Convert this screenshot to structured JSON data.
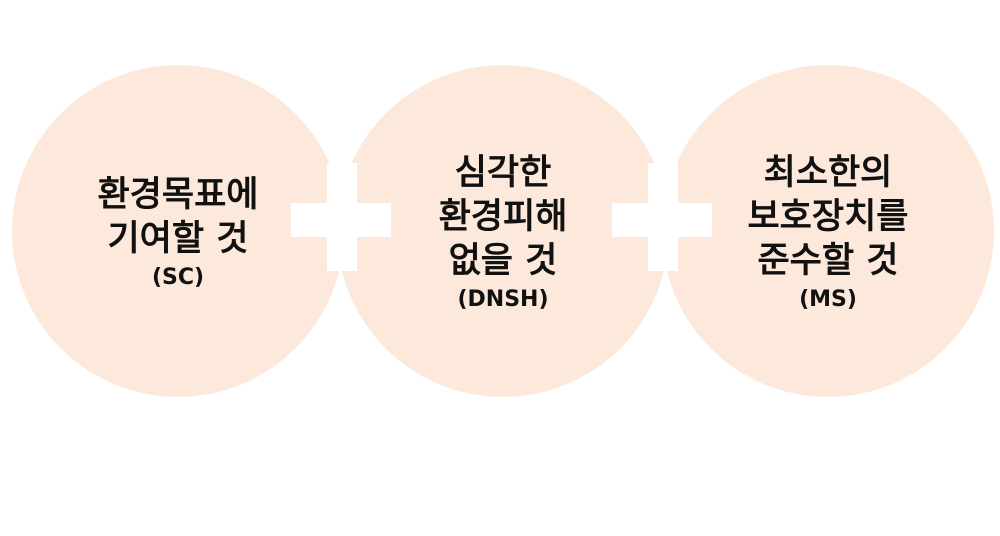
{
  "colors": {
    "circle": "#fde9dc",
    "plus": "#ffffff",
    "text": "#111111"
  },
  "circles": [
    {
      "lines": [
        "환경목표에",
        "기여할 것"
      ],
      "abbr": "(SC)"
    },
    {
      "lines": [
        "심각한",
        "환경피해",
        "없을 것"
      ],
      "abbr": "(DNSH)"
    },
    {
      "lines": [
        "최소한의",
        "보호장치를",
        "준수할 것"
      ],
      "abbr": "(MS)"
    }
  ]
}
